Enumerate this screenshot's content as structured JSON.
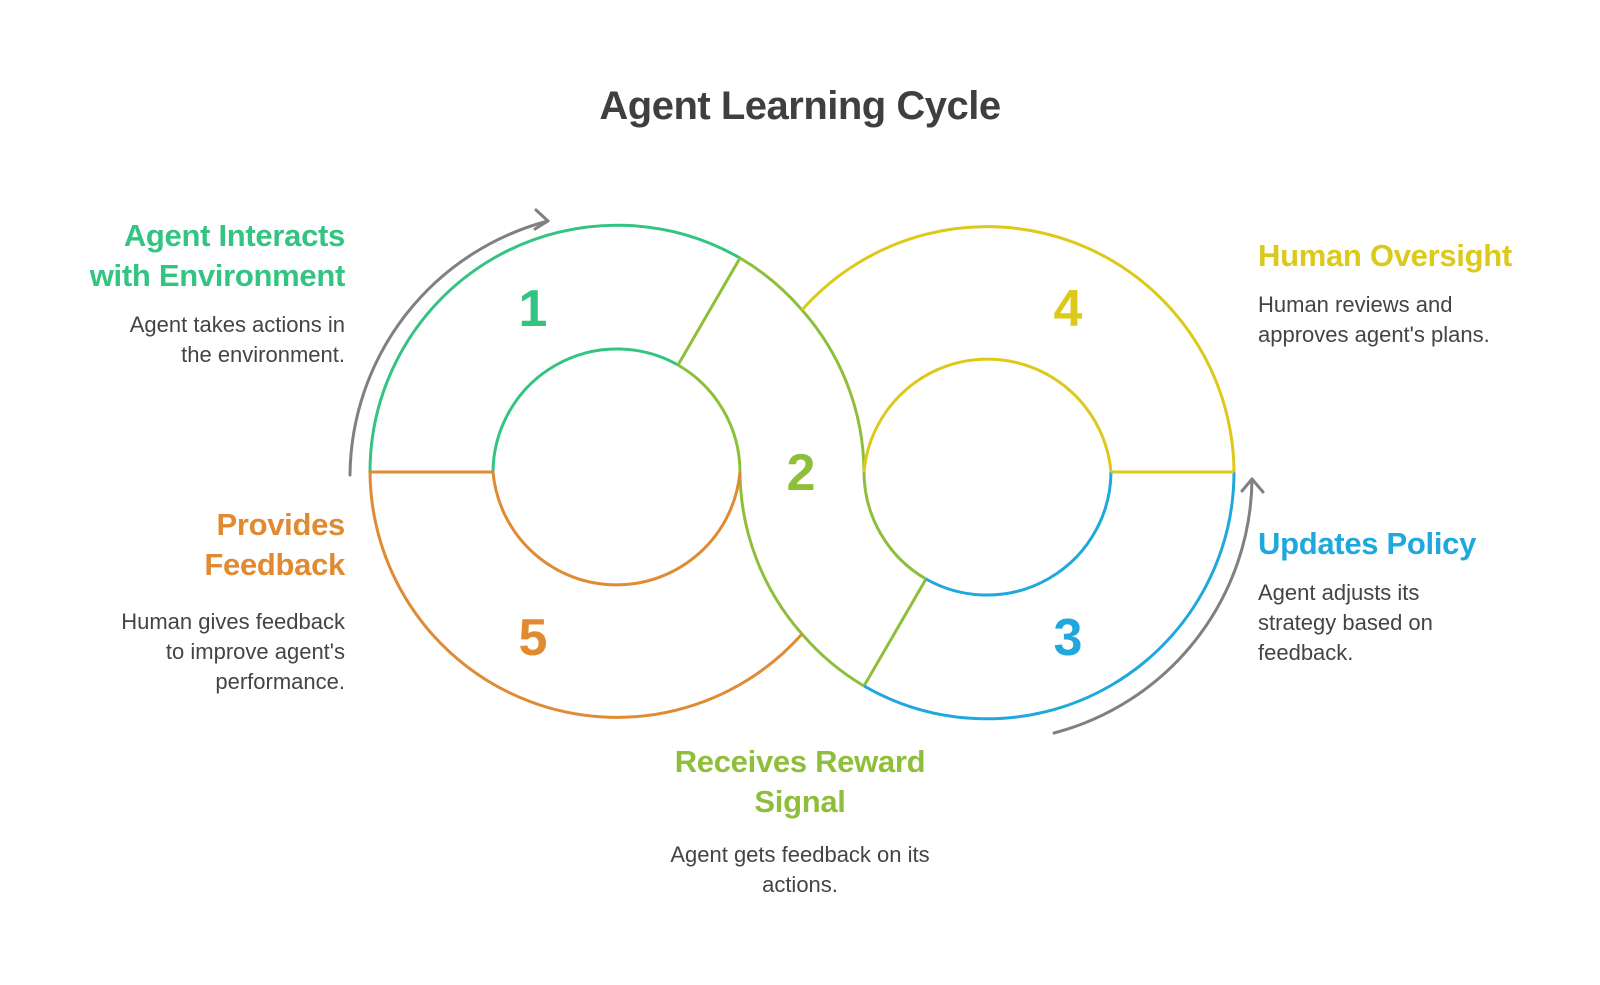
{
  "title": "Agent Learning Cycle",
  "colors": {
    "step1": "#33c481",
    "step2": "#8fbf3a",
    "step3": "#1fa8dd",
    "step4": "#dcc919",
    "step5": "#e08a32",
    "arrow": "#808080",
    "text": "#444444",
    "title": "#3f3f3f"
  },
  "steps": [
    {
      "number": "1",
      "heading_line1": "Agent Interacts",
      "heading_line2": "with Environment",
      "desc_line1": "Agent takes actions in",
      "desc_line2": "the environment."
    },
    {
      "number": "2",
      "heading_line1": "Receives Reward",
      "heading_line2": "Signal",
      "desc_line1": "Agent gets feedback on its",
      "desc_line2": "actions."
    },
    {
      "number": "3",
      "heading_line1": "Updates Policy",
      "desc_line1": "Agent adjusts its",
      "desc_line2": "strategy based on",
      "desc_line3": "feedback."
    },
    {
      "number": "4",
      "heading_line1": "Human Oversight",
      "desc_line1": "Human reviews and",
      "desc_line2": "approves agent's plans."
    },
    {
      "number": "5",
      "heading_line1": "Provides",
      "heading_line2": "Feedback",
      "desc_line1": "Human gives feedback",
      "desc_line2": "to improve agent's",
      "desc_line3": "performance."
    }
  ]
}
